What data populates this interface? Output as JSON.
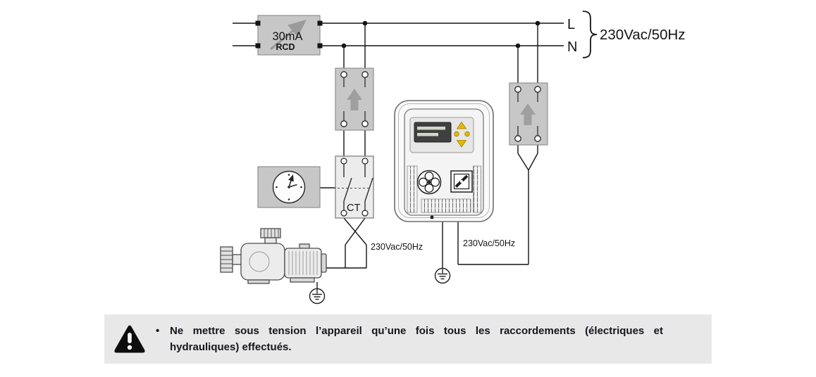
{
  "diagram": {
    "rcd": {
      "rating": "30mA",
      "label": "RCD"
    },
    "mains": {
      "line": "L",
      "neutral": "N",
      "voltage": "230Vac/50Hz"
    },
    "contactor": {
      "label": "CT"
    },
    "pump_cable_label": "230Vac/50Hz",
    "controller_cable_label": "230Vac/50Hz"
  },
  "warning": {
    "bullet": "•",
    "text": "Ne mettre sous tension l’appareil qu’une fois tous les raccordements (électriques et hydrauliques) effectués."
  },
  "colors": {
    "component_fill": "#c7c7c7",
    "component_stroke": "#8f8f8f",
    "wire": "#141414",
    "button_yellow": "#e3ba00",
    "lcd_dark": "#3f3f3f",
    "warning_background": "#e8e8e8",
    "warning_text": "#14141e"
  }
}
